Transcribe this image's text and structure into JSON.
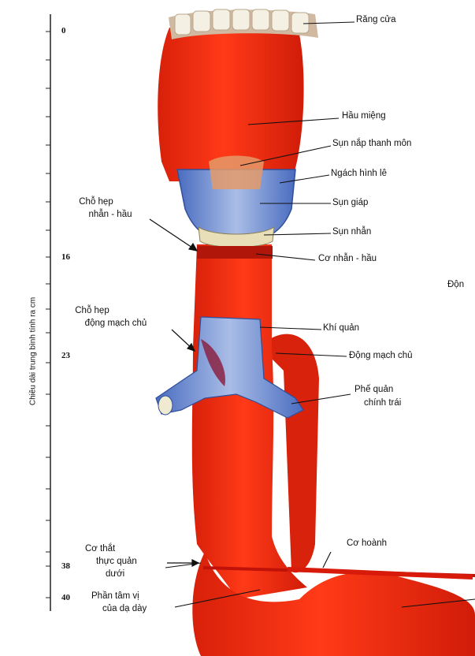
{
  "axis": {
    "title": "Chiều dài trung bình tính ra cm",
    "ticks": [
      "0",
      "16",
      "23",
      "38",
      "40"
    ]
  },
  "labels": {
    "rang_cua": "Răng cửa",
    "hau_mieng": "Hầu miệng",
    "sun_nap": "Sụn nắp thanh môn",
    "ngach": "Ngách hình lê",
    "sun_giap": "Sụn giáp",
    "sun_nhan": "Sụn nhẫn",
    "co_nhan_hau": "Cơ nhẫn - hầu",
    "dong_cut": "Độn",
    "khi_quan": "Khí quản",
    "dong_mach_chu": "Động mạch chủ",
    "phe_quan_1": "Phế quản",
    "phe_quan_2": "chính trái",
    "co_hoanh": "Cơ hoành",
    "cho_hep1_1": "Chỗ hẹp",
    "cho_hep1_2": "nhẫn - hầu",
    "cho_hep2_1": "Chỗ hẹp",
    "cho_hep2_2": "động mạch chủ",
    "co_that_1": "Cơ thắt",
    "co_that_2": "thực quản",
    "co_that_3": "dưới",
    "phan_tam_1": "Phần tâm vị",
    "phan_tam_2": "của dạ dày"
  },
  "colors": {
    "esophagus": "#ef2a10",
    "esophagus_dark": "#c81a08",
    "cartilage": "#6f8fd2",
    "cartilage_dark": "#3e5ea8",
    "teeth": "#f4f1e4",
    "leader": "#111111"
  }
}
